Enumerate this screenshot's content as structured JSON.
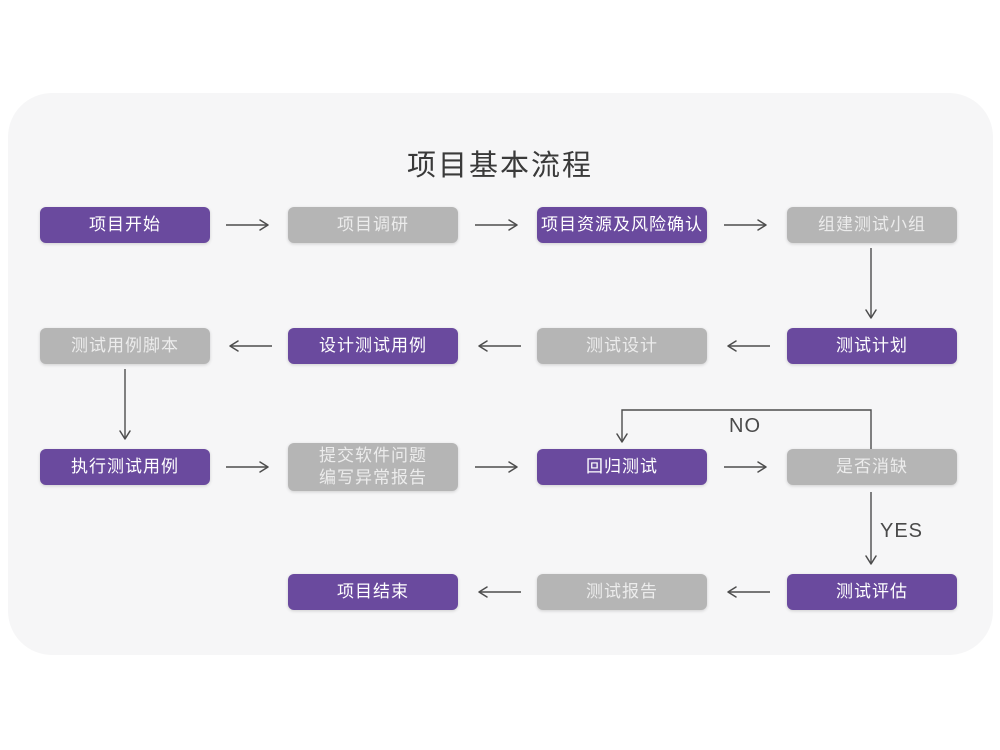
{
  "page": {
    "title": "项目基本流程"
  },
  "diagram": {
    "colors": {
      "primary_purple": "#6a4a9e",
      "muted_gray": "#b5b5b5",
      "arrow": "#4d4d4d",
      "card_background": "#f6f6f7",
      "page_background": "#ffffff"
    },
    "edge_labels": {
      "no": "NO",
      "yes": "YES"
    },
    "nodes": [
      {
        "id": "project-start",
        "label": "项目开始",
        "variant": "purple"
      },
      {
        "id": "project-research",
        "label": "项目调研",
        "variant": "gray"
      },
      {
        "id": "resource-risk",
        "label": "项目资源及风险确认",
        "variant": "purple"
      },
      {
        "id": "build-test-team",
        "label": "组建测试小组",
        "variant": "gray"
      },
      {
        "id": "test-plan",
        "label": "测试计划",
        "variant": "purple"
      },
      {
        "id": "test-design",
        "label": "测试设计",
        "variant": "gray"
      },
      {
        "id": "design-test-cases",
        "label": "设计测试用例",
        "variant": "purple"
      },
      {
        "id": "test-case-scripts",
        "label": "测试用例脚本",
        "variant": "gray"
      },
      {
        "id": "execute-test-cases",
        "label": "执行测试用例",
        "variant": "purple"
      },
      {
        "id": "submit-issues",
        "label_line1": "提交软件问题",
        "label_line2": "编写异常报告",
        "variant": "gray"
      },
      {
        "id": "regression-test",
        "label": "回归测试",
        "variant": "purple"
      },
      {
        "id": "defect-resolved",
        "label": "是否消缺",
        "variant": "gray"
      },
      {
        "id": "test-evaluation",
        "label": "测试评估",
        "variant": "purple"
      },
      {
        "id": "test-report",
        "label": "测试报告",
        "variant": "gray"
      },
      {
        "id": "project-end",
        "label": "项目结束",
        "variant": "purple"
      }
    ]
  }
}
